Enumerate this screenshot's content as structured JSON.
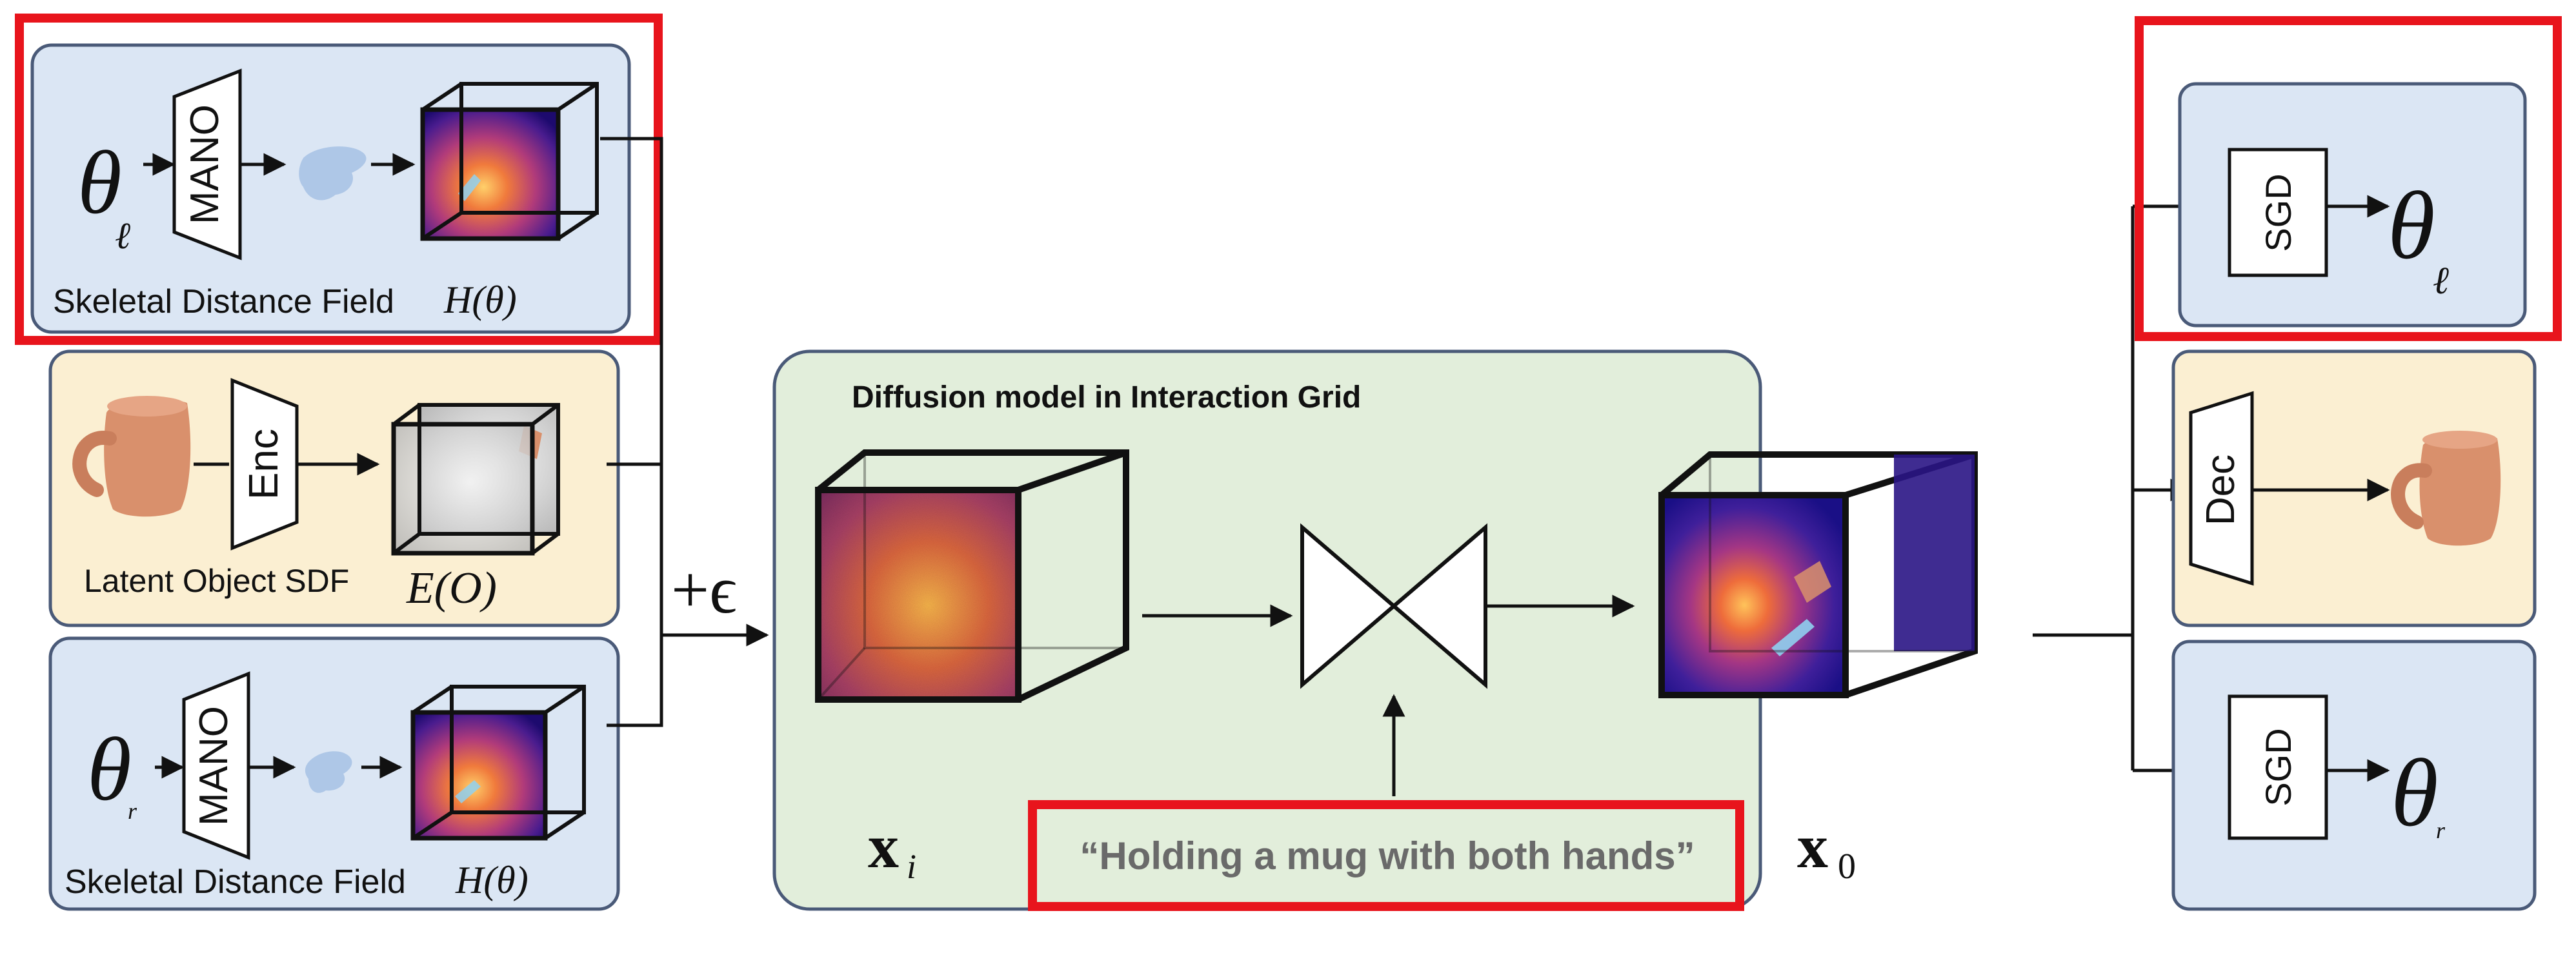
{
  "left_panels": {
    "left_hand": {
      "theta": "θ",
      "theta_sub": "ℓ",
      "mano_label": "MANO",
      "caption": "Skeletal Distance Field ",
      "caption_math": "H(θ)"
    },
    "object": {
      "enc_label": "Enc",
      "caption": "Latent Object SDF",
      "caption_math": "E(O)"
    },
    "right_hand": {
      "theta": "θ",
      "theta_sub": "r",
      "mano_label": "MANO",
      "caption": "Skeletal Distance Field ",
      "caption_math": "H(θ)"
    }
  },
  "noise_label": "+ϵ",
  "diffusion": {
    "title": "Diffusion model in Interaction Grid",
    "xi_label": "x",
    "xi_sub": "i",
    "x0_label": "x",
    "x0_sub": "0",
    "prompt": "“Holding a mug with both hands”"
  },
  "right_panels": {
    "left_hand_out": {
      "sgd_label": "SGD",
      "theta": "θ",
      "theta_sub": "ℓ"
    },
    "object_out": {
      "dec_label": "Dec"
    },
    "right_hand_out": {
      "sgd_label": "SGD",
      "theta": "θ",
      "theta_sub": "r"
    }
  },
  "colors": {
    "blue_panel": "#dbe6f4",
    "yellow_panel": "#fbefd2",
    "green_panel": "#e2eedb",
    "panel_border": "#4a5a78",
    "highlight": "#e8141c",
    "mug": "#d9906c"
  }
}
